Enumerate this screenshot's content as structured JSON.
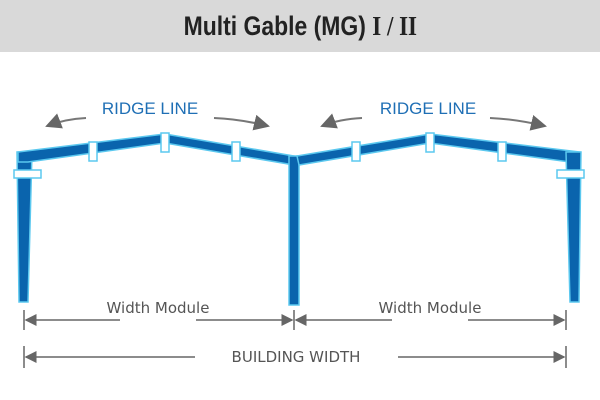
{
  "header": {
    "title": "Multi Gable (MG)",
    "suffix": "I / II"
  },
  "labels": {
    "ridge_left": "RIDGE LINE",
    "ridge_right": "RIDGE LINE",
    "width_left": "Width Module",
    "width_right": "Width Module",
    "building_width": "BUILDING WIDTH"
  },
  "colors": {
    "frame": "#0a64ad",
    "outline": "#5bc8ef",
    "label": "#1f6fb5",
    "dim": "#666666"
  }
}
